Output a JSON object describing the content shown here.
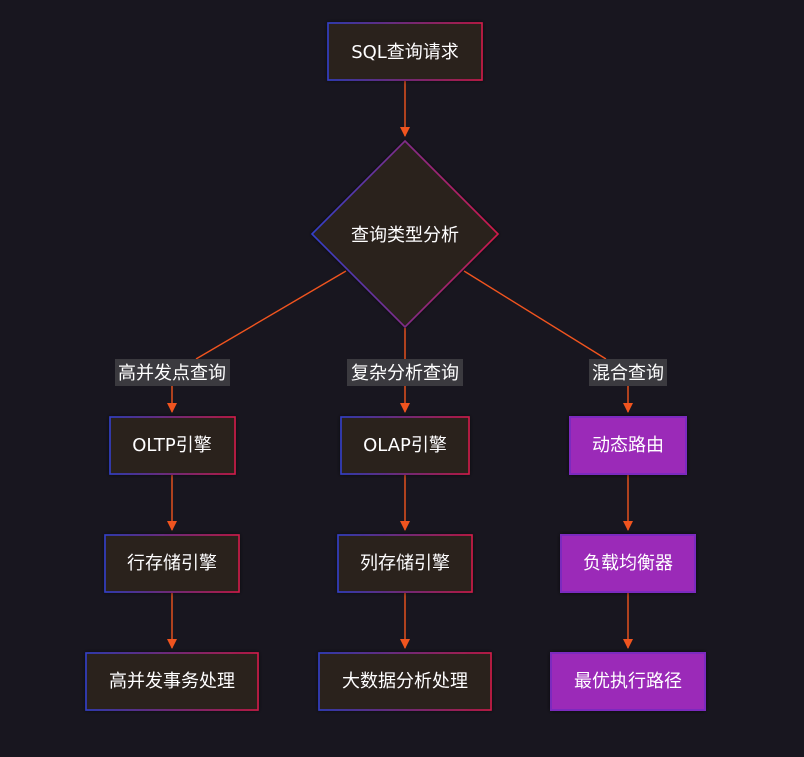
{
  "colors": {
    "background": "#18161f",
    "node_fill": "#2a201f",
    "highlight_fill": "#9b2bb8",
    "highlight_stroke": "#7b2cbf",
    "gradient_start": "#3340c8",
    "gradient_end": "#d11a4a",
    "edge": "#f0541f",
    "text": "#ffffff",
    "edge_label_bg": "#3b3a3f"
  },
  "nodes": {
    "sql_request": "SQL查询请求",
    "query_type_analysis": "查询类型分析",
    "oltp_engine": "OLTP引擎",
    "olap_engine": "OLAP引擎",
    "dynamic_routing": "动态路由",
    "row_storage_engine": "行存储引擎",
    "column_storage_engine": "列存储引擎",
    "load_balancer": "负载均衡器",
    "high_concurrency_tx": "高并发事务处理",
    "big_data_analysis": "大数据分析处理",
    "optimal_path": "最优执行路径"
  },
  "edge_labels": {
    "high_concurrency_point_query": "高并发点查询",
    "complex_analytic_query": "复杂分析查询",
    "hybrid_query": "混合查询"
  }
}
